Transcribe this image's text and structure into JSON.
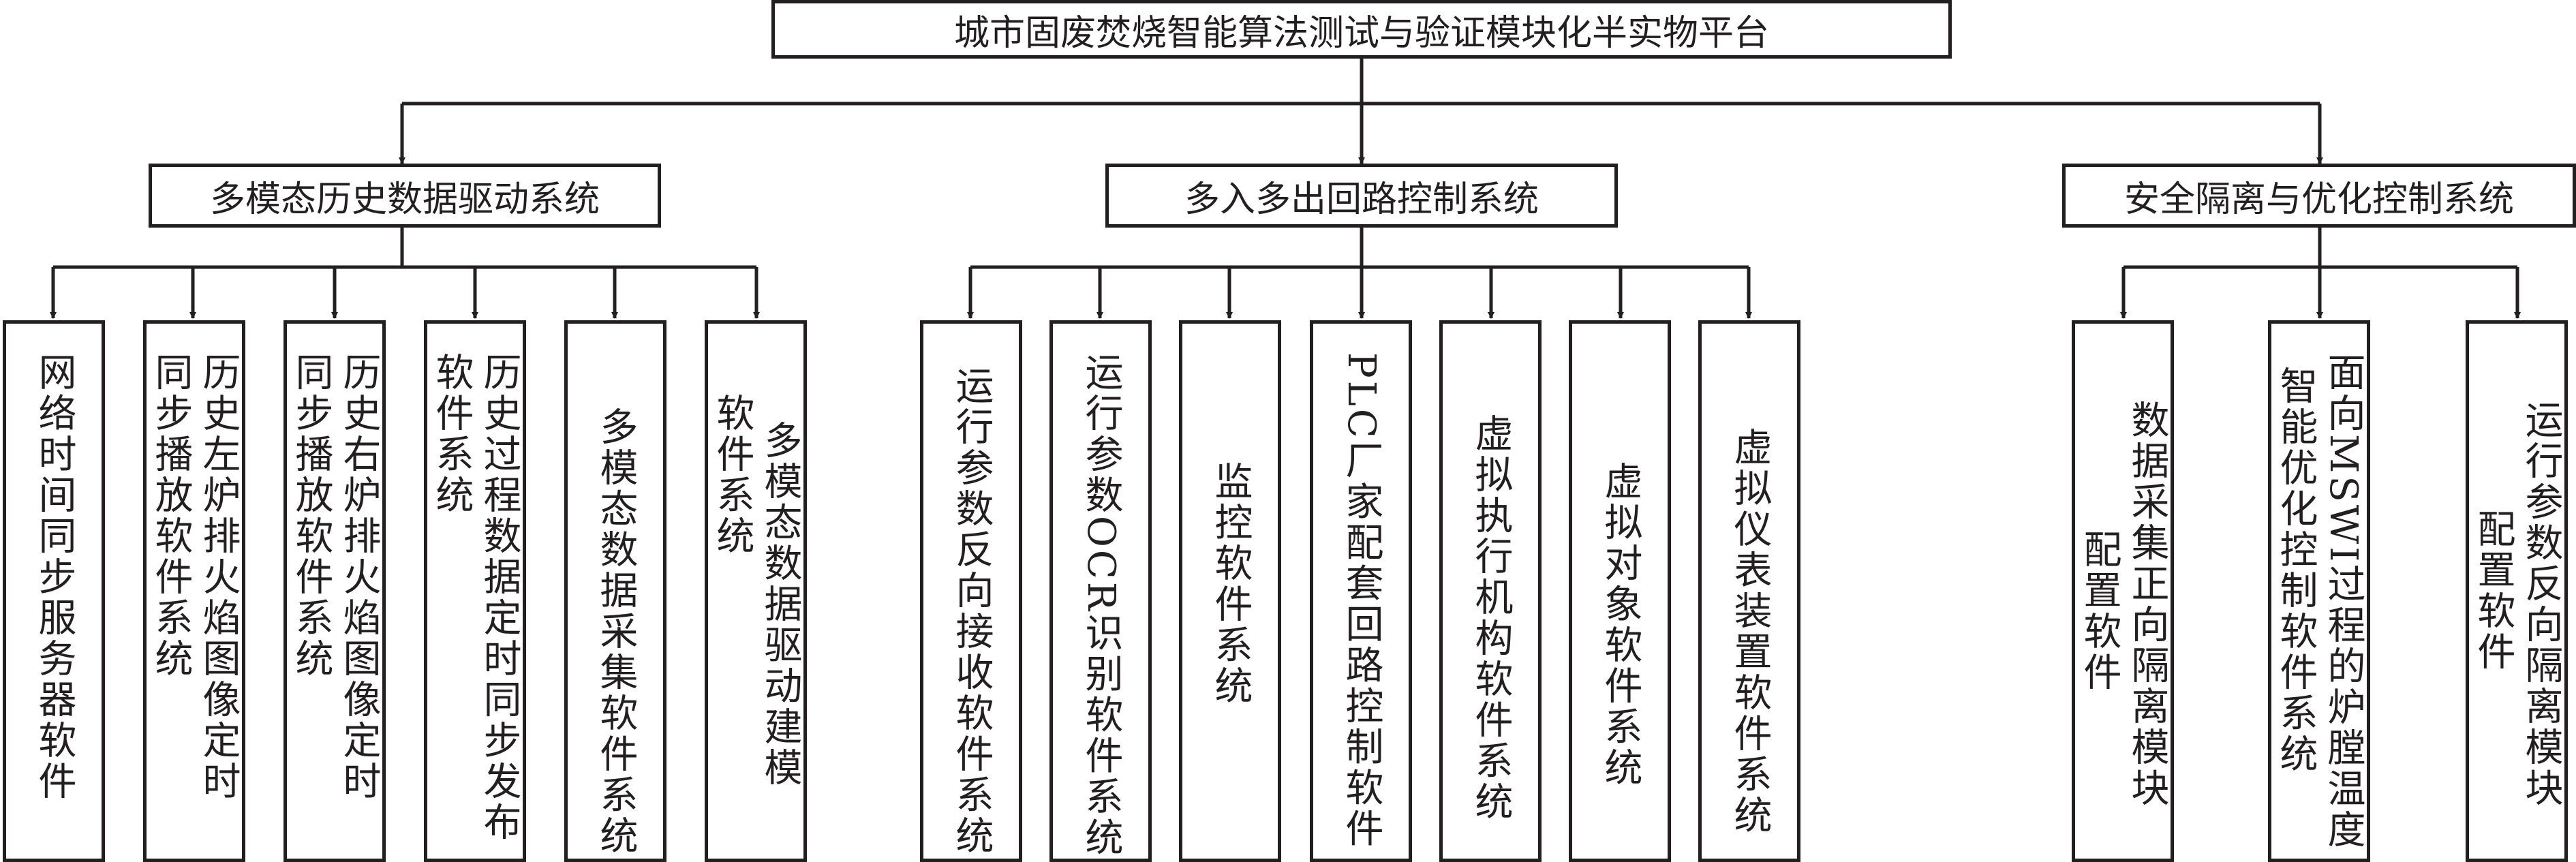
{
  "root": {
    "title": "城市固废焚烧智能算法测试与验证模块化半实物平台"
  },
  "systems": [
    {
      "label": "多模态历史数据驱动系统",
      "items": [
        {
          "lines": [
            "网络时间同步服务器软件"
          ]
        },
        {
          "lines": [
            "历史左炉排火焰图像定时",
            "同步播放软件系统"
          ]
        },
        {
          "lines": [
            "历史右炉排火焰图像定时",
            "同步播放软件系统"
          ]
        },
        {
          "lines": [
            "历史过程数据定时同步发布",
            "软件系统"
          ]
        },
        {
          "lines": [
            "多模态数据采集软件系统"
          ]
        },
        {
          "lines": [
            "多模态数据驱动建模",
            "软件系统"
          ]
        }
      ]
    },
    {
      "label": "多入多出回路控制系统",
      "items": [
        {
          "lines": [
            "运行参数反向接收软件系统"
          ]
        },
        {
          "lines": [
            "运行参数OCR识别软件系统"
          ]
        },
        {
          "lines": [
            "监控软件系统"
          ]
        },
        {
          "lines": [
            "PLC厂家配套回路控制软件"
          ]
        },
        {
          "lines": [
            "虚拟执行机构软件系统"
          ]
        },
        {
          "lines": [
            "虚拟对象软件系统"
          ]
        },
        {
          "lines": [
            "虚拟仪表装置软件系统"
          ]
        }
      ]
    },
    {
      "label": "安全隔离与优化控制系统",
      "items": [
        {
          "lines": [
            "数据采集正向隔离模块",
            "配置软件"
          ]
        },
        {
          "lines": [
            "面向MSWI过程的炉膛温度",
            "智能优化控制软件系统"
          ]
        },
        {
          "lines": [
            "运行参数反向隔离模块",
            "配置软件"
          ]
        }
      ]
    }
  ]
}
